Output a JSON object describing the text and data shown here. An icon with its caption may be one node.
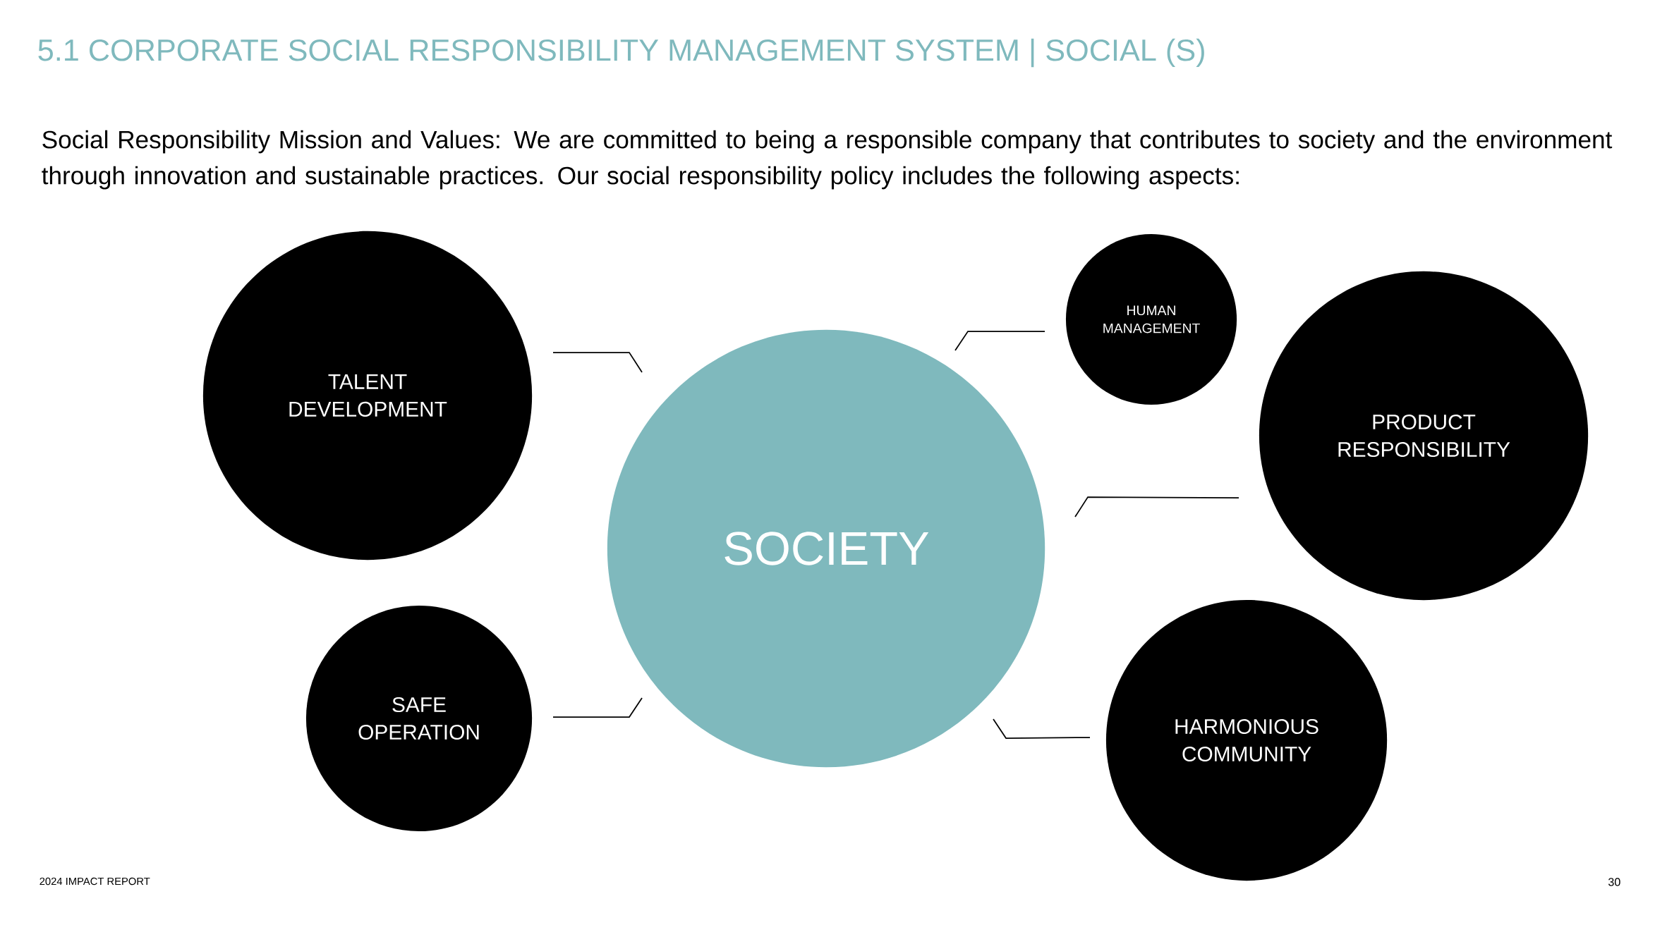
{
  "diagram": {
    "title": "5.1 CORPORATE SOCIAL RESPONSIBILITY MANAGEMENT SYSTEM |  SOCIAL (S)",
    "nodes": [
      {
        "text": [
          "TALENT DEVELOPMENT"
        ]
      },
      {
        "text": [
          "HUMAN MANAGEMENT"
        ]
      },
      {
        "text": [
          "PRODUCT RESPONSIBILITY"
        ]
      },
      {
        "text": [
          "SOCIETY"
        ]
      },
      {
        "text": [
          "SAFE OPERATION"
        ]
      },
      {
        "text": [
          "HARMONIOUS COMMUNITY"
        ]
      }
    ],
    "edges": [
      {
        "from": 0,
        "to": 3,
        "arrow": "none"
      },
      {
        "from": 1,
        "to": 3,
        "arrow": "none"
      },
      {
        "from": 2,
        "to": 3,
        "arrow": "none"
      },
      {
        "from": 4,
        "to": 3,
        "arrow": "none"
      },
      {
        "from": 5,
        "to": 3,
        "arrow": "none"
      }
    ],
    "labels": [
      "Social Responsibility Mission and Values: We are committed to being a responsible company that contributes to society and the environment through innovation and sustainable practices. Our social responsibility policy includes the following aspects:",
      "2024 IMPACT REPORT",
      "30"
    ]
  }
}
